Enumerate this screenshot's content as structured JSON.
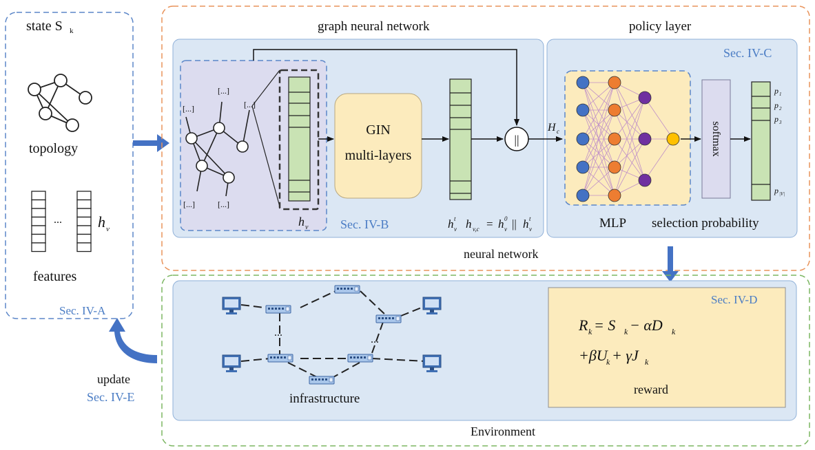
{
  "state": {
    "title": "state S",
    "title_sub": "k",
    "topology_label": "topology",
    "features_label": "features",
    "feature_dots": "...",
    "hv_main": "h",
    "hv_sub": "v",
    "section": "Sec. IV-A"
  },
  "neural_network": {
    "label": "neural network",
    "gnn": {
      "title": "graph neural network",
      "section": "Sec. IV-B",
      "placeholder": "[...]",
      "hv_main": "h",
      "hv_sub": "v",
      "gin_line1": "GIN",
      "gin_line2": "multi-layers",
      "hvt_main": "h",
      "hvt_sub": "v",
      "hvt_sup": "t",
      "concat_symbol": "||",
      "hc_main": "H",
      "hc_sub": "c",
      "concat_formula": {
        "lhs_main": "h",
        "lhs_sub": "v,c",
        "eq": "=",
        "h0_main": "h",
        "h0_sub": "v",
        "h0_sup": "0",
        "bar": "||",
        "ht_main": "h",
        "ht_sub": "v",
        "ht_sup": "t"
      }
    },
    "policy": {
      "title": "policy layer",
      "section": "Sec. IV-C",
      "mlp_label": "MLP",
      "softmax_label": "softmax",
      "output_label": "selection probability",
      "probs": [
        {
          "main": "p",
          "sub": "1"
        },
        {
          "main": "p",
          "sub": "2"
        },
        {
          "main": "p",
          "sub": "3"
        },
        {
          "main": "p",
          "sub": "|V|"
        }
      ]
    }
  },
  "environment": {
    "label": "Environment",
    "infra_label": "infrastructure",
    "infra_dots": "...",
    "reward": {
      "section": "Sec. IV-D",
      "line1": "R",
      "line1_sub": "k",
      "line1_eq": " = S",
      "line1_sub2": "k",
      "line1_minus": " − αD",
      "line1_sub3": "k",
      "line2_a": "+βU",
      "line2_sub1": "k",
      "line2_b": " + γJ",
      "line2_sub2": "k",
      "label": "reward"
    }
  },
  "update": {
    "label": "update",
    "section": "Sec. IV-E"
  },
  "colors": {
    "blue_dash": "#5b86c8",
    "orange_dash": "#e9935a",
    "green_dash": "#7bb661",
    "panel_blue": "#dbe7f4",
    "panel_purple": "#dcdcef",
    "cream": "#fcebbd",
    "light_green": "#c9e3b4",
    "node_blue": "#4472c4",
    "node_orange": "#ed7d31",
    "node_purple": "#7030a0",
    "node_yellow": "#ffc000",
    "arrow_blue": "#4472c4"
  }
}
